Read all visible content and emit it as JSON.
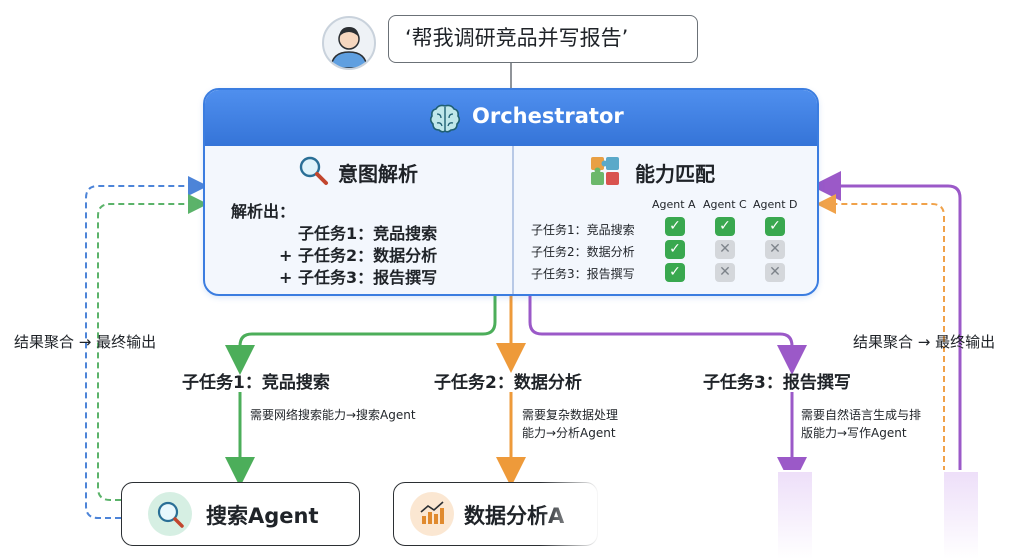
{
  "request": {
    "text": "‘帮我调研竞品并写报告’"
  },
  "orchestrator": {
    "title": "Orchestrator",
    "intent": {
      "title": "意图解析",
      "parse_label": "解析出：",
      "lines": [
        "子任务1：竞品搜索",
        "+ 子任务2：数据分析",
        "+ 子任务3：报告撰写"
      ]
    },
    "match": {
      "title": "能力匹配",
      "agents": [
        "Agent A",
        "Agent C",
        "Agent D"
      ],
      "rows": [
        {
          "label": "子任务1：竞品搜索",
          "cells": [
            true,
            true,
            true
          ]
        },
        {
          "label": "子任务2：数据分析",
          "cells": [
            true,
            false,
            false
          ]
        },
        {
          "label": "子任务3：报告撰写",
          "cells": [
            true,
            false,
            false
          ]
        }
      ]
    }
  },
  "side_labels": {
    "left": "结果聚合 → 最终输出",
    "right": "结果聚合 → 最终输出"
  },
  "branches": [
    {
      "title": "子任务1：竞品搜索",
      "note_lines": [
        "需要网络搜索能力→搜索Agent"
      ],
      "color": "#4cae5a"
    },
    {
      "title": "子任务2：数据分析",
      "note_lines": [
        "需要复杂数据处理",
        "能力→分析Agent"
      ],
      "color": "#ee9a3a"
    },
    {
      "title": "子任务3：报告撰写",
      "note_lines": [
        "需要自然语言生成与排",
        "版能力→写作Agent"
      ],
      "color": "#9b59c8"
    }
  ],
  "agents": {
    "search": {
      "name": "搜索Agent"
    },
    "analysis": {
      "name": "数据分析A"
    }
  },
  "colors": {
    "orchestrator_header": "#3b7de0",
    "green": "#4cae5a",
    "orange": "#ee9a3a",
    "purple": "#9b59c8",
    "blue_dashed": "#4d84d8",
    "green_dashed": "#5bb36a",
    "orange_dashed": "#f0a24a",
    "check": "#39a84f",
    "cross": "#d4d7db"
  }
}
